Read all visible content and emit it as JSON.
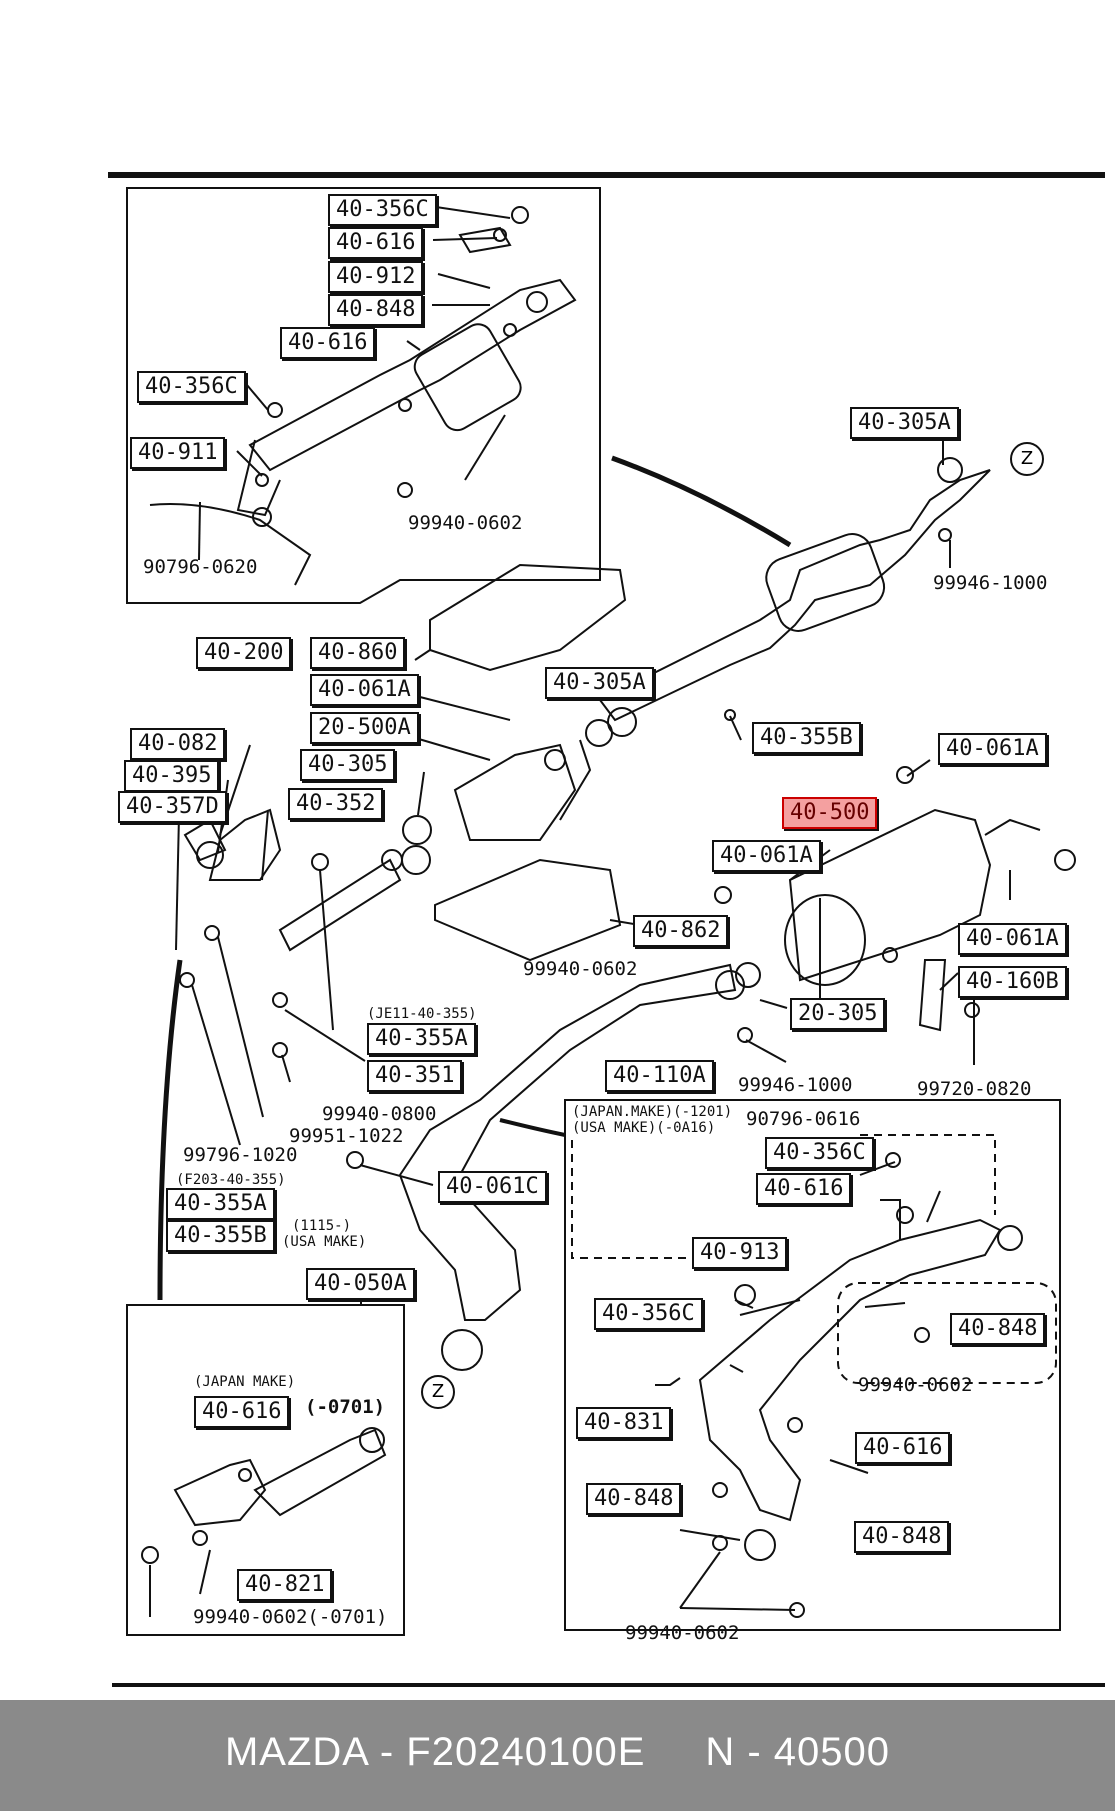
{
  "labels": {
    "l_356c_a": "40-356C",
    "l_616_a": "40-616",
    "l_912": "40-912",
    "l_848_a": "40-848",
    "l_616_b": "40-616",
    "l_356c_b": "40-356C",
    "l_911": "40-911",
    "l_305a_a": "40-305A",
    "l_200": "40-200",
    "l_860": "40-860",
    "l_061a_a": "40-061A",
    "l_305a_b": "40-305A",
    "l_20_500a": "20-500A",
    "l_355b_a": "40-355B",
    "l_061a_b": "40-061A",
    "l_082": "40-082",
    "l_305": "40-305",
    "l_395": "40-395",
    "l_357d": "40-357D",
    "l_352": "40-352",
    "l_500": "40-500",
    "l_061a_c": "40-061A",
    "l_862": "40-862",
    "l_061a_d": "40-061A",
    "l_160b": "40-160B",
    "l_20_305": "20-305",
    "l_355a_a": "40-355A",
    "l_351": "40-351",
    "l_110a": "40-110A",
    "l_356c_c": "40-356C",
    "l_616_c": "40-616",
    "l_061c": "40-061C",
    "l_913": "40-913",
    "l_355a_b": "40-355A",
    "l_355b_b": "40-355B",
    "l_050a": "40-050A",
    "l_356c_d": "40-356C",
    "l_848_b": "40-848",
    "l_831": "40-831",
    "l_616_d": "40-616",
    "l_616_e": "40-616",
    "l_848_c": "40-848",
    "l_848_d": "40-848",
    "l_821": "40-821"
  },
  "numbers": {
    "n_0602_a": "99940-0602",
    "n_0620": "90796-0620",
    "n_1000_a": "99946-1000",
    "n_0602_b": "99940-0602",
    "n_1000_b": "99946-1000",
    "n_0820": "99720-0820",
    "n_0800": "99940-0800",
    "n_1022": "99951-1022",
    "n_1020": "99796-1020",
    "n_0602_c": "99940-0602",
    "n_0602_d": "99940-0602",
    "n_0602_e": "99940-0602(-0701)"
  },
  "notes": {
    "je11": "(JE11-40-355)",
    "f203": "(F203-40-355)",
    "usa_1115": "(1115-)",
    "usa_make": "(USA MAKE)",
    "japan_make": "(JAPAN MAKE)",
    "minus_0701": "(-0701)",
    "japan_range": "(JAPAN.MAKE)(-1201)",
    "usa_range": "(USA MAKE)(-0A16)",
    "n_0616": "90796-0616"
  },
  "markers": {
    "z1": "Z",
    "z2": "Z"
  },
  "footer": {
    "brand": "MAZDA - F20240100E",
    "part": "N - 40500"
  },
  "colors": {
    "highlight": "#f4a0a0",
    "footer_bg": "#8a8a8a"
  }
}
